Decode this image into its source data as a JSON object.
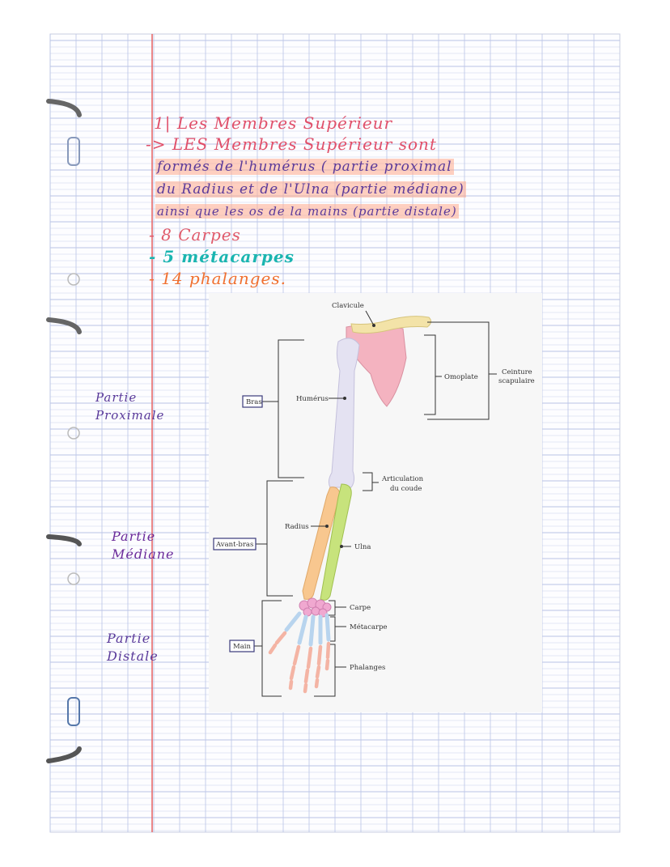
{
  "title_line": "1| Les Membres Supérieur",
  "notes": {
    "line1": "-> LES Membres Supérieur sont",
    "line2": "formés de l'humérus ( partie proximal",
    "line3": "du Radius et de l'Ulna (partie médiane)",
    "line4": "ainsi que les os de la mains (partie distale)"
  },
  "bones_list": [
    {
      "text": "- 8 Carpes",
      "color": "#e05a6a"
    },
    {
      "text": "- 5 métacarpes",
      "color": "#1ab5b0"
    },
    {
      "text": "- 14 phalanges.",
      "color": "#f07030"
    }
  ],
  "side_labels": {
    "proximale": "Partie Proximale",
    "mediane": "Partie Médiane",
    "distale": "Partie Distale"
  },
  "diagram": {
    "clavicule": "Clavicule",
    "omoplate": "Omoplate",
    "ceinture_1": "Ceinture",
    "ceinture_2": "scapulaire",
    "bras": "Bras",
    "humerus": "Humérus",
    "articulation_1": "Articulation",
    "articulation_2": "du coude",
    "radius": "Radius",
    "avant_bras": "Avant-bras",
    "ulna": "Ulna",
    "carpe": "Carpe",
    "metacarpe": "Métacarpe",
    "main": "Main",
    "phalanges": "Phalanges"
  },
  "colors": {
    "margin_red": "#e86a6a",
    "grid_blue": "#b9c4e6",
    "title_pink": "#e0506a",
    "notes_purple": "#5a3a9a",
    "clavicle": "#f3e3a8",
    "scapula": "#f4b3c0",
    "humerus": "#e4e2f2",
    "radius": "#f8c78f",
    "ulna": "#c7e37c",
    "carpal": "#f0a8d0",
    "metacarpal": "#b8d4ee",
    "phalanx": "#f4b4a4"
  }
}
